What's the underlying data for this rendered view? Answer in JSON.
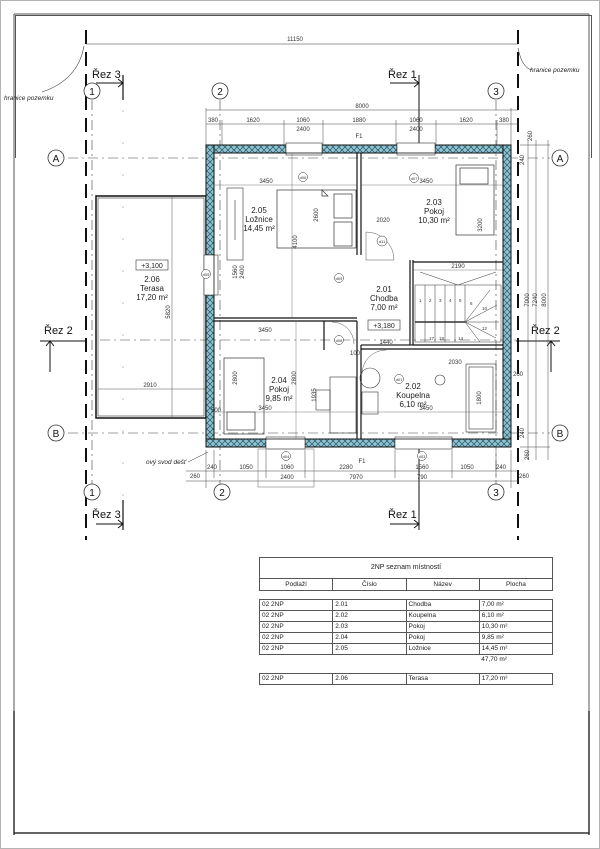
{
  "sheet": {
    "overall_dimension": "11150",
    "building_width": "8000",
    "top_dims_row1": [
      "380",
      "1620",
      "1060",
      "1880",
      "1060",
      "1620",
      "380"
    ],
    "top_dims_row2": [
      "2400",
      "2400"
    ],
    "bottom_dims_row1": [
      "260",
      "240",
      "1050",
      "1060",
      "2280",
      "1560",
      "1050",
      "240",
      "260"
    ],
    "bottom_dims_row2": [
      "2400",
      "7970",
      "790"
    ],
    "right_dims": [
      "260",
      "240",
      "7000",
      "7240",
      "8000",
      "260",
      "240",
      "260"
    ],
    "property_boundary_label": "hranice pozemku",
    "downpipe_label": "ový svod dešť",
    "marker_f1": "F1"
  },
  "grid": {
    "columns": [
      "1",
      "2",
      "3"
    ],
    "rows": [
      "A",
      "B"
    ]
  },
  "sections": {
    "rez1": "Řez 1",
    "rez2": "Řez 2",
    "rez3": "Řez 3"
  },
  "rooms": [
    {
      "number": "2.01",
      "name": "Chodba",
      "area": "7,00 m²"
    },
    {
      "number": "2.02",
      "name": "Koupelna",
      "area": "6,10 m²"
    },
    {
      "number": "2.03",
      "name": "Pokoj",
      "area": "10,30 m²"
    },
    {
      "number": "2.04",
      "name": "Pokoj",
      "area": "9,85 m²"
    },
    {
      "number": "2.05",
      "name": "Ložnice",
      "area": "14,45 m²"
    },
    {
      "number": "2.06",
      "name": "Terasa",
      "area": "17,20 m²"
    }
  ],
  "levels": {
    "terasa": "+3,100",
    "chodba": "+3,180"
  },
  "door_tags": [
    "d06",
    "d07",
    "d08",
    "d09",
    "d10",
    "d11",
    "d04",
    "d03",
    "d05",
    "d01"
  ],
  "interior_dims": {
    "d3450": "3450",
    "d3200": "3200",
    "d2800": "2800",
    "d4100": "4100",
    "d2600": "2600",
    "d2190": "2190",
    "d1440": "1440",
    "d2030": "2030",
    "d2910": "2910",
    "d5820": "5820",
    "d1800": "1800",
    "d1935": "1935",
    "d2020": "2020",
    "d100": "100",
    "d800": "800",
    "d640": "640",
    "d1560": "1560",
    "d2400": "2400",
    "d500": "500",
    "d240": "240",
    "d180": "180",
    "d260": "260"
  },
  "stair_steps": [
    "1",
    "2",
    "3",
    "4",
    "5",
    "6",
    "10",
    "12",
    "14",
    "16",
    "17",
    "18"
  ],
  "schedule": {
    "title": "2NP seznam místností",
    "headers": [
      "Podlaží",
      "Číslo",
      "Název",
      "Plocha"
    ],
    "rows": [
      [
        "02 2NP",
        "2.01",
        "Chodba",
        "7,00 m²"
      ],
      [
        "02 2NP",
        "2.02",
        "Koupelna",
        "6,10 m²"
      ],
      [
        "02 2NP",
        "2.03",
        "Pokoj",
        "10,30 m²"
      ],
      [
        "02 2NP",
        "2.04",
        "Pokoj",
        "9,85 m²"
      ],
      [
        "02 2NP",
        "2.05",
        "Ložnice",
        "14,45 m²"
      ]
    ],
    "subtotal": "47,70 m²",
    "extra_rows": [
      [
        "02 2NP",
        "2.06",
        "Terasa",
        "17,20 m²"
      ]
    ]
  },
  "colors": {
    "insulation": "#8ec3d2",
    "line": "#222222",
    "frame": "#555555"
  }
}
